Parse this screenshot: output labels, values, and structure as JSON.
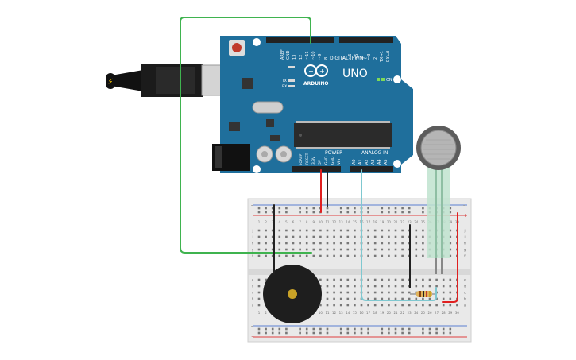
{
  "board": {
    "logo_text": "UNO",
    "brand": "ARDUINO",
    "digital_label": "DIGITAL (PWM~)",
    "power_label": "POWER",
    "analog_label": "ANALOG IN",
    "on_label": "ON",
    "led_l": "L",
    "led_tx": "TX",
    "led_rx": "RX",
    "pins_top": [
      "AREF",
      "GND",
      "13",
      "12",
      "~11",
      "~10",
      "~9",
      "8",
      "7",
      "~6",
      "~5",
      "4",
      "~3",
      "2",
      "TX→1",
      "RX←0"
    ],
    "pins_power": [
      "IOREF",
      "RESET",
      "3.3V",
      "5V",
      "GND",
      "GND",
      "Vin"
    ],
    "pins_analog": [
      "A0",
      "A1",
      "A2",
      "A3",
      "A4",
      "A5"
    ]
  },
  "breadboard": {
    "rails": [
      "-",
      "+"
    ],
    "rows_top": [
      "j",
      "i",
      "h",
      "g",
      "f"
    ],
    "rows_bottom": [
      "e",
      "d",
      "c",
      "b",
      "a"
    ],
    "cols": [
      "1",
      "2",
      "3",
      "4",
      "5",
      "6",
      "7",
      "8",
      "9",
      "10",
      "11",
      "12",
      "13",
      "14",
      "15",
      "16",
      "17",
      "18",
      "19",
      "20",
      "21",
      "22",
      "23",
      "24",
      "25",
      "26",
      "27",
      "28",
      "29",
      "30"
    ]
  },
  "colors": {
    "board": "#1f6f9c",
    "wire_green": "#3fb34f",
    "wire_red": "#e02020",
    "wire_black": "#222222",
    "wire_cyan": "#7fc8d0"
  }
}
